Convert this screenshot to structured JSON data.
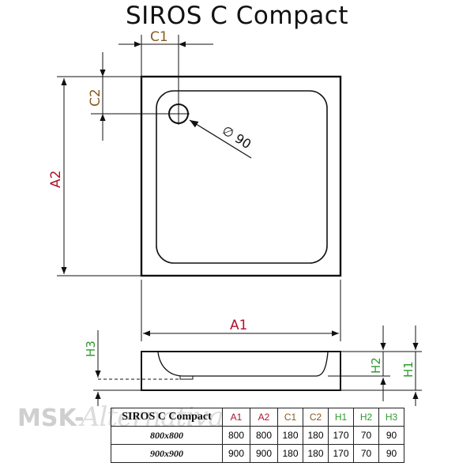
{
  "title": "SIROS C Compact",
  "labels": {
    "c1": "C1",
    "c2": "C2",
    "a1": "A1",
    "a2": "A2",
    "h1": "H1",
    "h2": "H2",
    "h3": "H3",
    "drain": "∅ 90"
  },
  "colors": {
    "red": "#b0122b",
    "brown": "#8a5a1e",
    "green": "#2f9a2f",
    "line": "#111111"
  },
  "watermark": {
    "text": "MSK-",
    "script": "Alternativa"
  },
  "table": {
    "name": "SIROS C Compact",
    "headers": [
      "A1",
      "A2",
      "C1",
      "C2",
      "H1",
      "H2",
      "H3"
    ],
    "rows": [
      {
        "model": "800x800",
        "values": [
          "800",
          "800",
          "180",
          "180",
          "170",
          "70",
          "90"
        ]
      },
      {
        "model": "900x900",
        "values": [
          "900",
          "900",
          "180",
          "180",
          "170",
          "70",
          "90"
        ]
      }
    ]
  }
}
